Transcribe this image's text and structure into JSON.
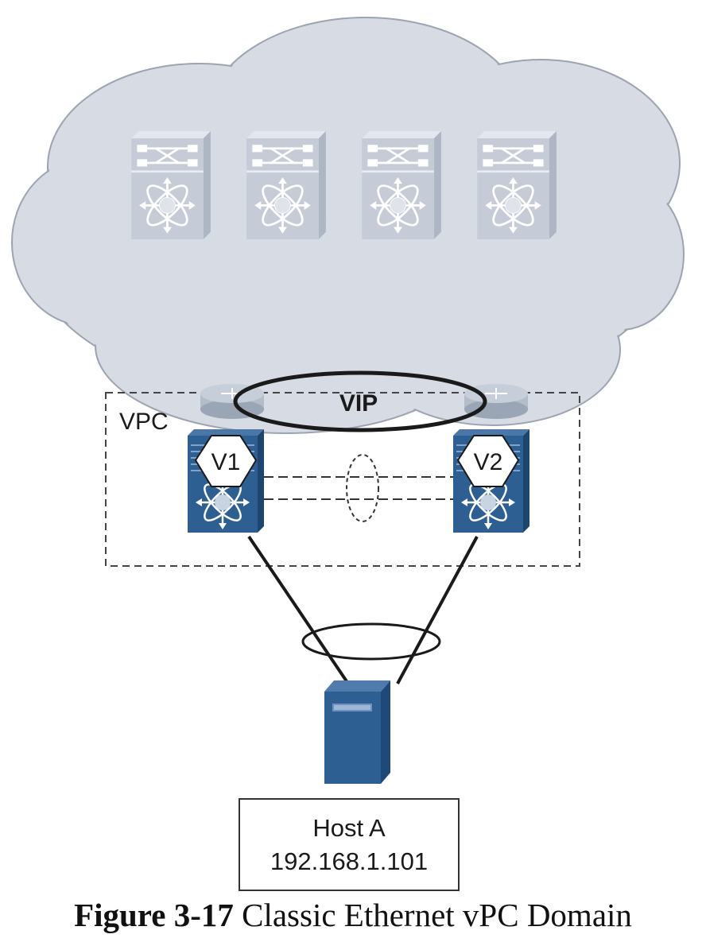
{
  "cloud": {
    "spine_switches": [
      {
        "icon": "nexus-spine-switch-icon"
      },
      {
        "icon": "nexus-spine-switch-icon"
      },
      {
        "icon": "nexus-spine-switch-icon"
      },
      {
        "icon": "nexus-spine-switch-icon"
      }
    ]
  },
  "vpc": {
    "domain_label": "VPC",
    "vip_label": "VIP",
    "peers": [
      {
        "label": "V1",
        "icon": "nexus-switch-icon"
      },
      {
        "label": "V2",
        "icon": "nexus-switch-icon"
      }
    ]
  },
  "host": {
    "icon": "server-icon",
    "name": "Host A",
    "ip": "192.168.1.101"
  },
  "caption": {
    "number": "Figure 3-17",
    "text": "Classic Ethernet vPC Domain"
  },
  "colors": {
    "cloud_fill": "#d7dbe3",
    "spine_fill": "#c3cad6",
    "switch_blue": "#2b5c8f",
    "line": "#1a1a1a"
  }
}
